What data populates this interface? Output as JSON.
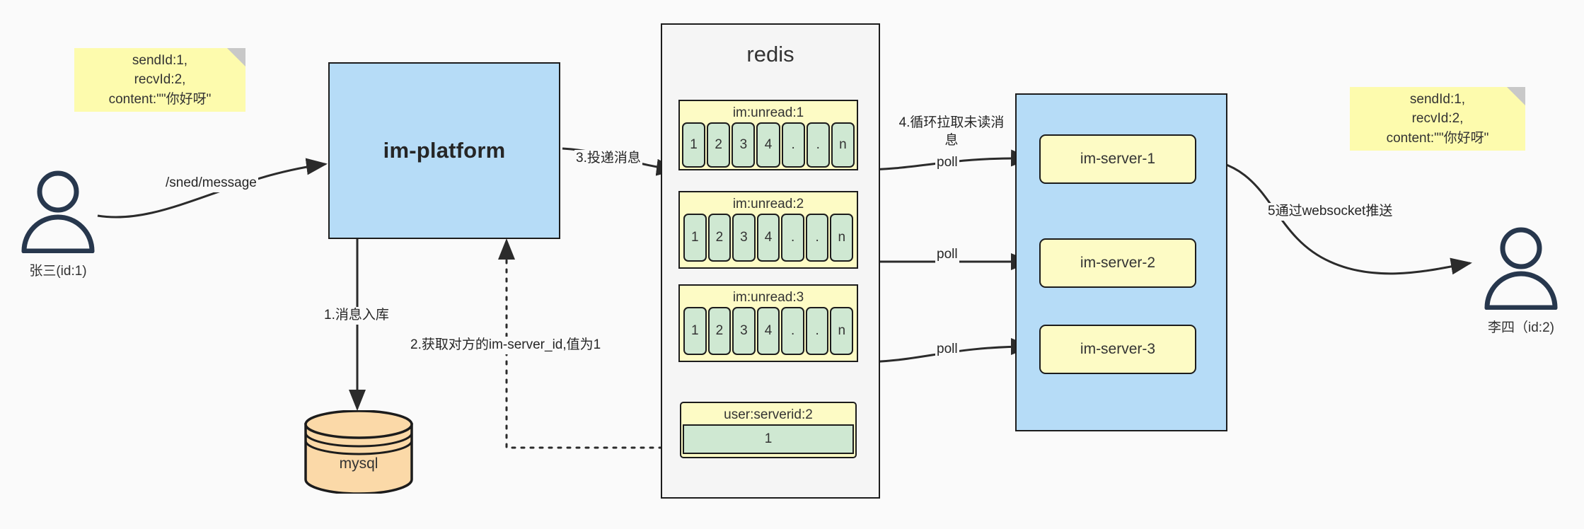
{
  "diagram": {
    "title": "IM message delivery architecture",
    "colors": {
      "note_yellow": "#fdfbad",
      "box_blue": "#b6dcf7",
      "key_yellow": "#fdfbc5",
      "cell_green": "#cfe8d2",
      "db_orange": "#fbd9a8",
      "stroke": "#1c1c1c",
      "actor_navy": "#27374d",
      "canvas": "#fafafa"
    }
  },
  "notes": {
    "left": "sendId:1,\nrecvId:2,\ncontent:\"\"你好呀\"",
    "right": "sendId:1,\nrecvId:2,\ncontent:\"\"你好呀\""
  },
  "actors": {
    "sender": {
      "label": "张三(id:1)",
      "icon": "user-icon"
    },
    "receiver": {
      "label": "李四（id:2)",
      "icon": "user-icon"
    }
  },
  "platform": {
    "label": "im-platform"
  },
  "database": {
    "label": "mysql",
    "icon": "cylinder-icon"
  },
  "redis": {
    "title": "redis",
    "groups": [
      {
        "key": "im:unread:1",
        "cells": [
          "1",
          "2",
          "3",
          "4",
          ".",
          ".",
          "n"
        ]
      },
      {
        "key": "im:unread:2",
        "cells": [
          "1",
          "2",
          "3",
          "4",
          ".",
          ".",
          "n"
        ]
      },
      {
        "key": "im:unread:3",
        "cells": [
          "1",
          "2",
          "3",
          "4",
          ".",
          ".",
          "n"
        ]
      }
    ],
    "single": {
      "key": "user:serverid:2",
      "value": "1"
    }
  },
  "cluster": {
    "servers": [
      {
        "label": "im-server-1"
      },
      {
        "label": "im-server-2"
      },
      {
        "label": "im-server-3"
      }
    ]
  },
  "edges": {
    "send_message": "/sned/message",
    "step1": "1.消息入库",
    "step2": "2.获取对方的im-server_id,值为1",
    "step3": "3.投递消息",
    "step4": "4.循环拉取未读消\n息",
    "poll1": "poll",
    "poll2": "poll",
    "poll3": "poll",
    "step5": "5通过websocket推送"
  }
}
